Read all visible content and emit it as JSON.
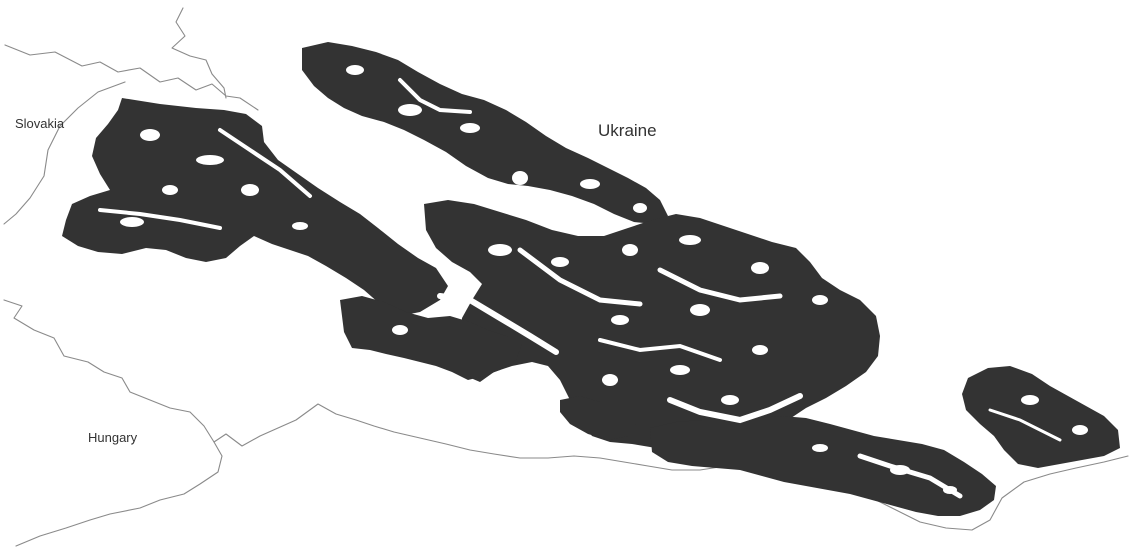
{
  "map": {
    "labels": {
      "slovakia": "Slovakia",
      "ukraine": "Ukraine",
      "hungary": "Hungary"
    },
    "colors": {
      "background": "#ffffff",
      "forest": "#333333",
      "border": "#8a8a8a",
      "label": "#333333"
    }
  }
}
